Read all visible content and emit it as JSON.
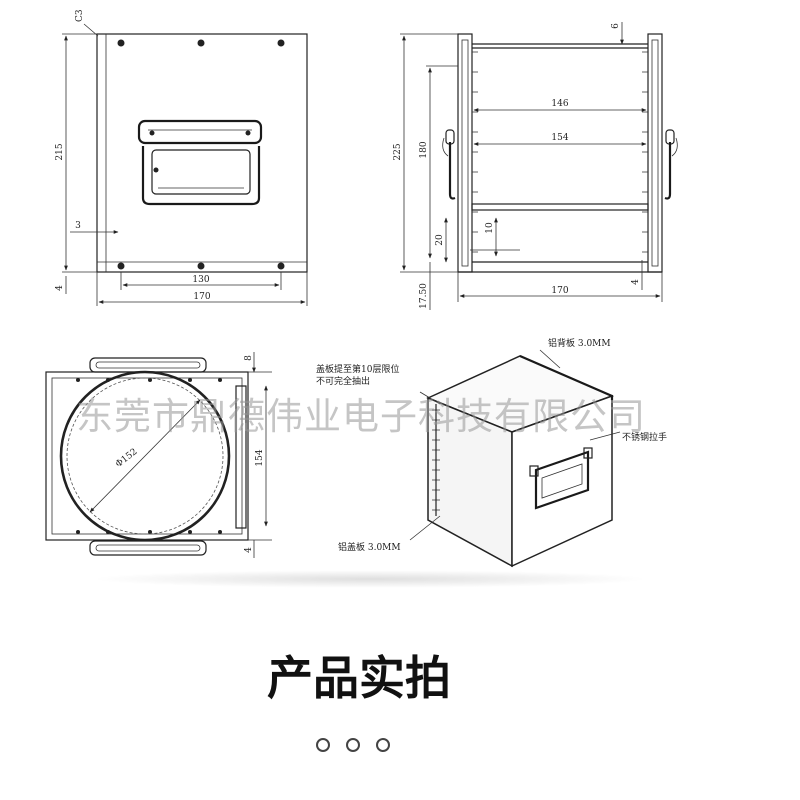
{
  "front_view": {
    "chamfer": "C3",
    "dim_height": "215",
    "dim_offset": "3",
    "dim_bottom": "4",
    "dim_inner_width": "130",
    "dim_width": "170"
  },
  "side_view": {
    "dim_top": "6",
    "dim_height": "225",
    "dim_inner_height": "180",
    "dim_inner_width": "146",
    "dim_outer_width": "154",
    "dim_slot_pitch": "20",
    "dim_slot": "10",
    "dim_bottom_offset": "17.50",
    "dim_bottom_small": "4",
    "dim_width": "170"
  },
  "top_view": {
    "dim_top": "8",
    "diameter": "Φ152",
    "dim_height": "154",
    "dim_bottom": "4"
  },
  "iso_view": {
    "back_plate_label": "铝背板 3.0MM",
    "cover_note_line1": "盖板提至第10层限位",
    "cover_note_line2": "不可完全抽出",
    "handle_label": "不锈钢拉手",
    "cover_plate_label": "铝盖板 3.0MM"
  },
  "watermark": "东莞市鼎德伟业电子科技有限公司",
  "section_title": "产品实拍"
}
